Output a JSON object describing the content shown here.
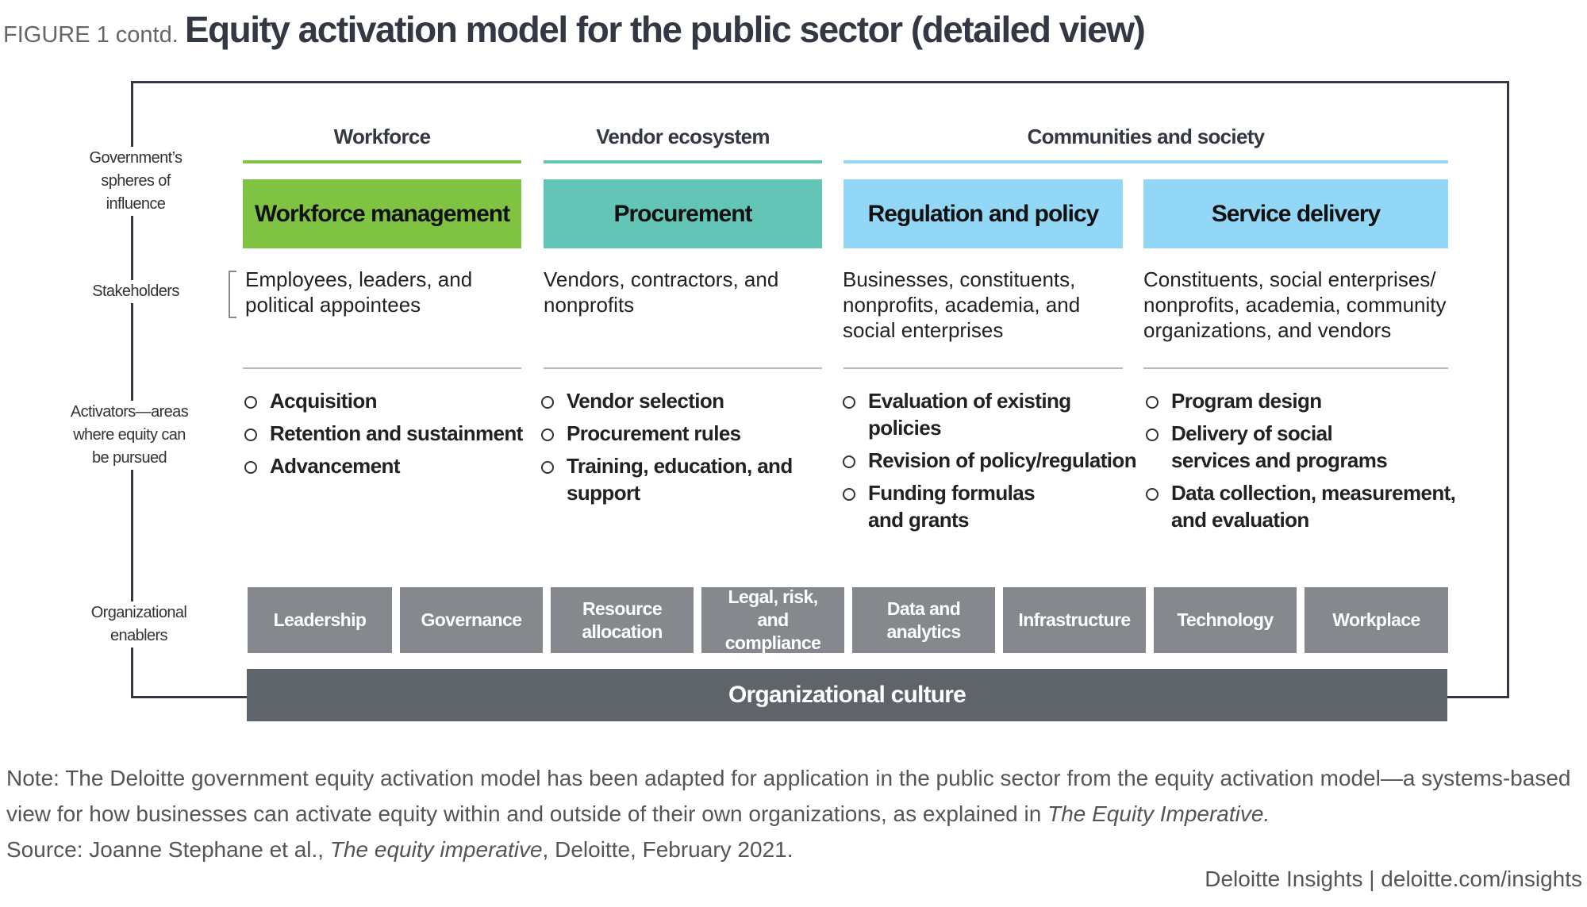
{
  "figure_label": "FIGURE 1  contd.",
  "title": "Equity activation model for the public sector (detailed view)",
  "row_labels": {
    "spheres": "Government’s spheres of influence",
    "stakeholders": "Stakeholders",
    "activators": "Activators—areas where equity can be pursued",
    "enablers": "Organizational enablers"
  },
  "spheres": [
    "Workforce",
    "Vendor ecosystem",
    "Communities and society"
  ],
  "columns": [
    {
      "title": "Workforce management",
      "color": "#80c242",
      "stakeholders": "Employees, leaders, and political appointees",
      "activators": [
        "Acquisition",
        "Retention and sustainment",
        "Advancement"
      ]
    },
    {
      "title": "Procurement",
      "color": "#63c5b5",
      "stakeholders": "Vendors, contractors, and nonprofits",
      "activators": [
        "Vendor selection",
        "Procurement rules",
        "Training, education, and support"
      ]
    },
    {
      "title": "Regulation and policy",
      "color": "#92d7f5",
      "stakeholders": "Businesses, constituents, nonprofits, academia, and social enterprises",
      "activators": [
        "Evaluation of existing policies",
        "Revision of policy/regulation",
        "Funding formulas and grants"
      ]
    },
    {
      "title": "Service delivery",
      "color": "#92d7f5",
      "stakeholders": "Constituents, social enterprises/ nonprofits, academia, community organizations, and vendors",
      "activators": [
        "Program design",
        "Delivery of social services and programs",
        "Data collection, measurement, and evaluation"
      ]
    }
  ],
  "enablers": [
    "Leadership",
    "Governance",
    "Resource allocation",
    "Legal, risk, and compliance",
    "Data and analytics",
    "Infrastructure",
    "Technology",
    "Workplace"
  ],
  "culture": "Organizational culture",
  "note": {
    "prefix": "Note: The Deloitte government equity activation model has been adapted for application in the public sector from the equity activation model—a systems-based view for how businesses can activate equity within and outside of their own organizations, as explained in ",
    "italic": "The Equity Imperative."
  },
  "source": {
    "prefix": "Source: Joanne Stephane et al., ",
    "italic": "The equity imperative",
    "suffix": ", Deloitte, February 2021."
  },
  "footer": "Deloitte Insights | deloitte.com/insights"
}
